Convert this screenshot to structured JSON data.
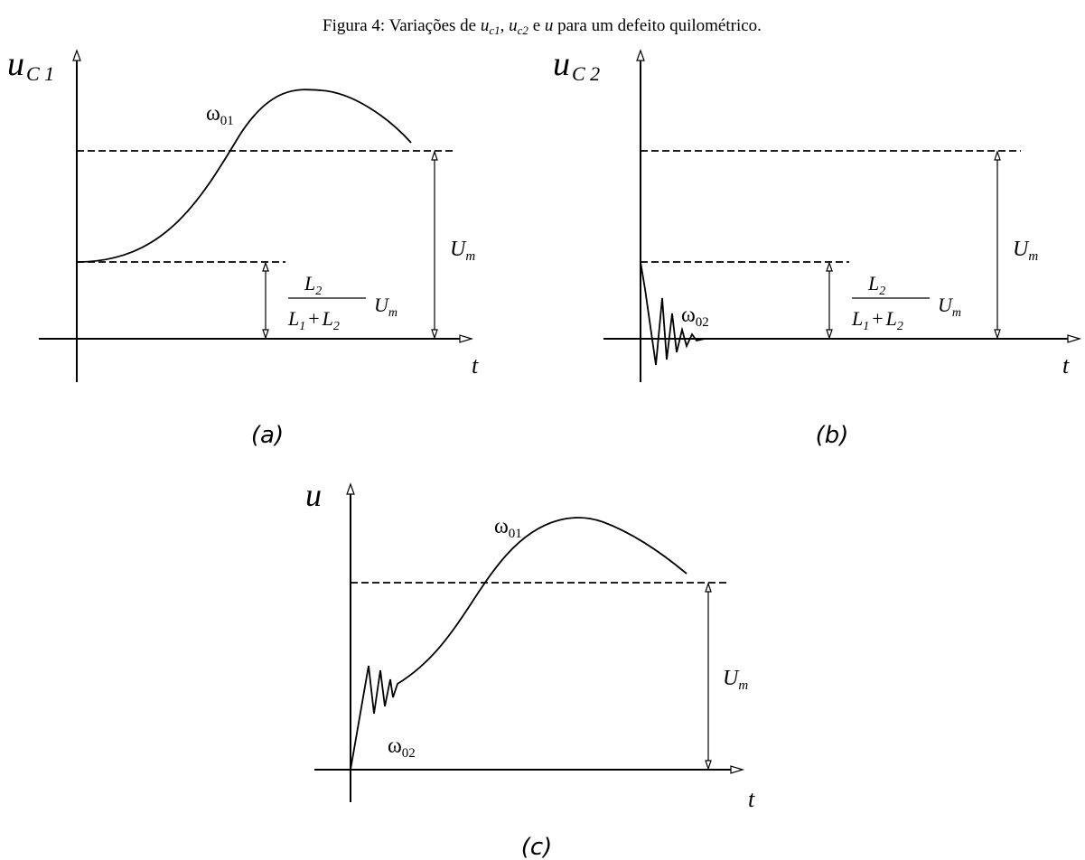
{
  "caption": {
    "prefix": "Figura 4: Variações de ",
    "v1": "u",
    "v1_sub": "c1",
    "sep1": ", ",
    "v2": "u",
    "v2_sub": "c2",
    "sep2": " e ",
    "v3": "u",
    "suffix": " para um defeito quilométrico."
  },
  "panel_a": {
    "label": "(a)",
    "y_var": "u",
    "y_sub": "C 1",
    "x_var": "t",
    "freq_main": "ω",
    "freq_sub": "01",
    "dim_var": "U",
    "dim_sub": "m",
    "ratio": {
      "num": "L",
      "num_sub": "2",
      "den_a": "L",
      "den_a_sub": "1",
      "den_plus": "+",
      "den_b": "L",
      "den_b_sub": "2",
      "factor": "U",
      "factor_sub": "m"
    }
  },
  "panel_b": {
    "label": "(b)",
    "y_var": "u",
    "y_sub": "C 2",
    "x_var": "t",
    "freq_main": "ω",
    "freq_sub": "02",
    "dim_var": "U",
    "dim_sub": "m",
    "ratio": {
      "num": "L",
      "num_sub": "2",
      "den_a": "L",
      "den_a_sub": "1",
      "den_plus": "+",
      "den_b": "L",
      "den_b_sub": "2",
      "factor": "U",
      "factor_sub": "m"
    }
  },
  "panel_c": {
    "label": "(c)",
    "y_var": "u",
    "x_var": "t",
    "freq1_main": "ω",
    "freq1_sub": "01",
    "freq2_main": "ω",
    "freq2_sub": "02",
    "dim_var": "U",
    "dim_sub": "m"
  },
  "colors": {
    "ink": "#000000",
    "background": "#ffffff"
  }
}
